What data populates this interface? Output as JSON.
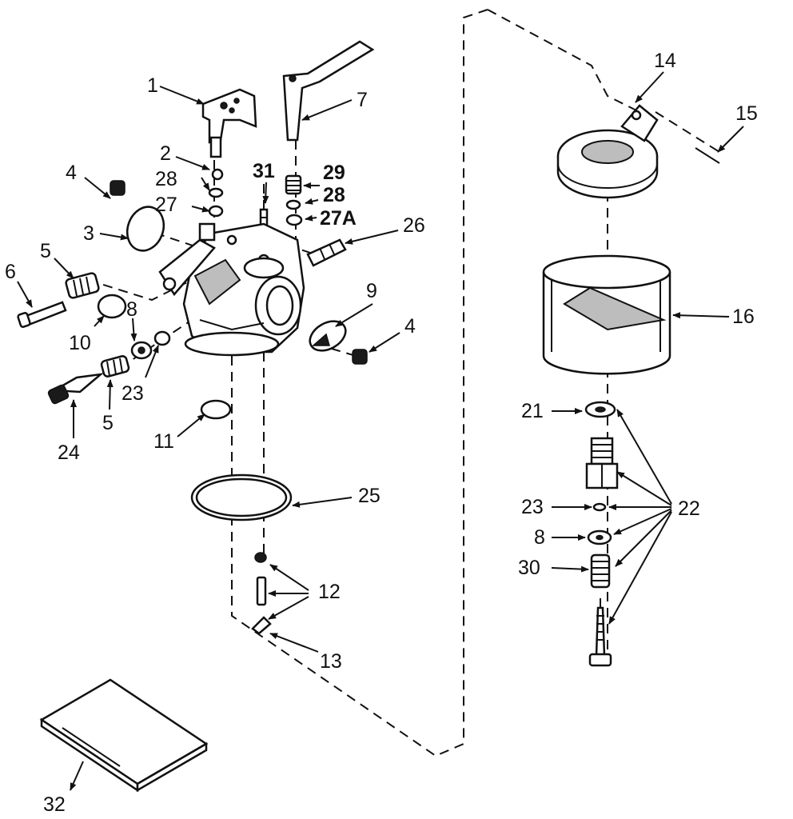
{
  "colors": {
    "ink": "#111111",
    "paper": "#ffffff",
    "shade": "#bdbdbd"
  },
  "callouts": {
    "c1": "1",
    "c2": "2",
    "c3": "3",
    "c4a": "4",
    "c4b": "4",
    "c5a": "5",
    "c5b": "5",
    "c6": "6",
    "c7": "7",
    "c8a": "8",
    "c8b": "8",
    "c9": "9",
    "c10": "10",
    "c11": "11",
    "c12": "12",
    "c13": "13",
    "c14": "14",
    "c15": "15",
    "c16": "16",
    "c21": "21",
    "c22": "22",
    "c23a": "23",
    "c23b": "23",
    "c24": "24",
    "c25": "25",
    "c26": "26",
    "c27": "27",
    "c27a": "27A",
    "c28a": "28",
    "c28b": "28",
    "c29": "29",
    "c30": "30",
    "c31": "31",
    "c32": "32"
  }
}
